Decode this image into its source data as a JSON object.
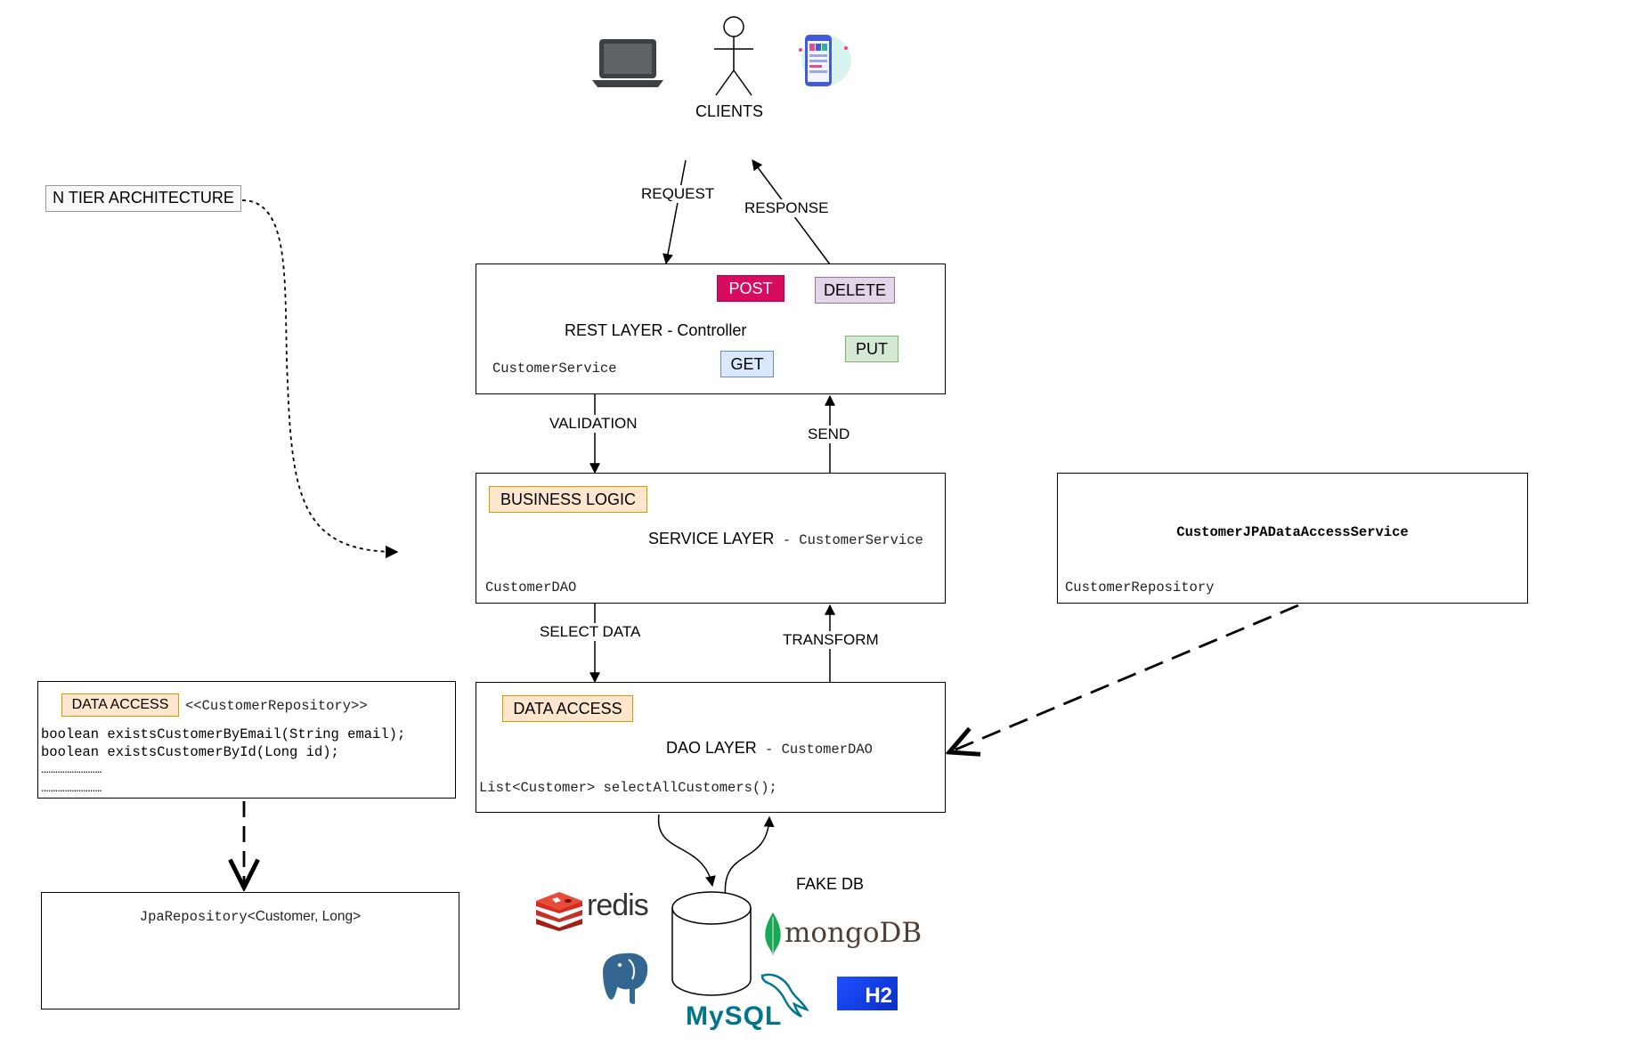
{
  "colors": {
    "post_bg": "#d80c5e",
    "delete_bg": "#e1d5e7",
    "delete_border": "#9673a6",
    "get_bg": "#dae8fc",
    "get_border": "#6c8ebf",
    "put_bg": "#d5e8d4",
    "put_border": "#82b366",
    "orange_bg": "#ffe6cc",
    "orange_border": "#d79b00"
  },
  "clients": {
    "label": "CLIENTS",
    "icons": [
      "laptop-icon",
      "stick-figure-icon",
      "mobile-app-icon"
    ]
  },
  "title_note": "N TIER ARCHITECTURE",
  "arrows": {
    "request": "REQUEST",
    "response": "RESPONSE",
    "validation": "VALIDATION",
    "send": "SEND",
    "select_data": "SELECT DATA",
    "transform": "TRANSFORM"
  },
  "rest_layer": {
    "title": "REST LAYER",
    "subtitle": " - Controller",
    "dependency": "CustomerService",
    "methods": {
      "post": "POST",
      "delete": "DELETE",
      "get": "GET",
      "put": "PUT"
    }
  },
  "service_layer": {
    "tag": "BUSINESS LOGIC",
    "title": "SERVICE LAYER",
    "subtitle": " - CustomerService",
    "dependency": "CustomerDAO"
  },
  "jpa_service": {
    "title": "CustomerJPADataAccessService",
    "dependency": "CustomerRepository"
  },
  "dao_layer": {
    "tag": "DATA ACCESS",
    "title": "DAO LAYER",
    "subtitle": " - CustomerDAO",
    "method": "List<Customer> selectAllCustomers();"
  },
  "repository": {
    "tag": "DATA ACCESS",
    "name": "<<CustomerRepository>>",
    "lines": [
      "boolean existsCustomerByEmail(String email);",
      "boolean existsCustomerById(Long id);",
      "..........................",
      ".........................."
    ]
  },
  "jpa_repository": {
    "prefix": "JpaRepository",
    "generic": "<Customer, Long>"
  },
  "database": {
    "label": "FAKE DB",
    "logos": {
      "redis": "redis",
      "mongodb": "mongoDB",
      "mysql": "MySQL",
      "h2": "H2"
    },
    "logo_icons": [
      "redis-logo-icon",
      "mongodb-logo-icon",
      "postgresql-logo-icon",
      "mysql-logo-icon",
      "h2-logo-icon",
      "database-cylinder-icon"
    ]
  }
}
